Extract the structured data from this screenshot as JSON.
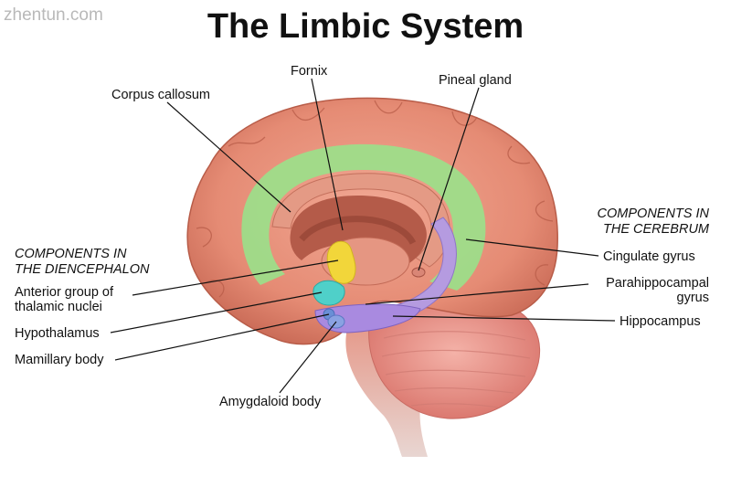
{
  "watermark": "zhentun.com",
  "title": "The Limbic System",
  "sections": {
    "diencephalon": [
      "COMPONENTS IN",
      "THE DIENCEPHALON"
    ],
    "cerebrum": [
      "COMPONENTS IN",
      "THE CEREBRUM"
    ]
  },
  "labels": {
    "fornix": "Fornix",
    "corpus_callosum": "Corpus callosum",
    "pineal_gland": "Pineal gland",
    "anterior_thalamic": [
      "Anterior group of",
      "thalamic nuclei"
    ],
    "hypothalamus": "Hypothalamus",
    "mamillary_body": "Mamillary body",
    "amygdaloid_body": "Amygdaloid body",
    "cingulate_gyrus": "Cingulate gyrus",
    "parahippocampal_gyrus": [
      "Parahippocampal",
      "gyrus"
    ],
    "hippocampus": "Hippocampus"
  },
  "colors": {
    "cortex": "#e7907a",
    "cortex_dark": "#c0614f",
    "cingulate": "#9be08a",
    "hippocampus": "#b59be0",
    "thalamic": "#f2d63a",
    "hypothalamus": "#4fd0c9",
    "cerebellum": "#e98f88",
    "brainstem": "#d98377"
  }
}
